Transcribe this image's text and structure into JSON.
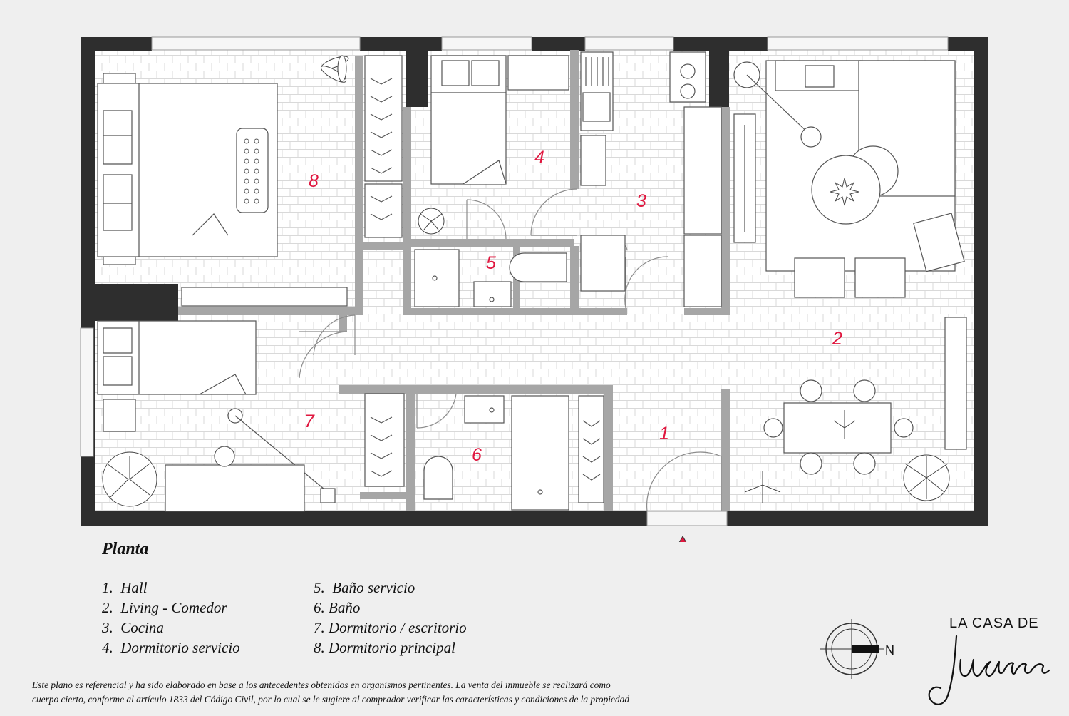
{
  "plan": {
    "title": "Planta",
    "room_numbers": [
      "1",
      "2",
      "3",
      "4",
      "5",
      "6",
      "7",
      "8"
    ]
  },
  "legend": {
    "left": [
      "1.  Hall",
      "2.  Living - Comedor",
      "3.  Cocina",
      "4.  Dormitorio servicio"
    ],
    "right": [
      "5.  Baño servicio",
      "6. Baño",
      "7. Dormitorio / escritorio",
      "8. Dormitorio principal"
    ]
  },
  "disclaimer": {
    "line1": "Este plano es referencial y ha sido elaborado en base a los antecedentes obtenidos en organismos pertinentes.  La venta del inmueble se realizará como",
    "line2": "cuerpo cierto, conforme al artículo 1833 del Código Civil, por lo cual se le sugiere al comprador verificar las características y condiciones de la propiedad"
  },
  "compass": {
    "label": "N"
  },
  "brand": {
    "line1": "LA CASA DE",
    "script": "Juana"
  },
  "colors": {
    "background": "#efefef",
    "wall": "#2e2e2e",
    "partition": "#a6a6a6",
    "accent": "#e0173f",
    "floor": "#ffffff"
  }
}
